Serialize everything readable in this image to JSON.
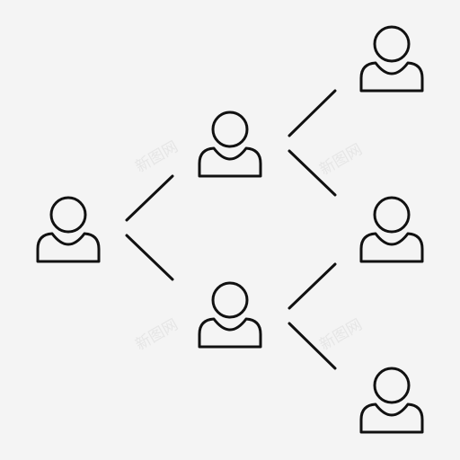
{
  "diagram": {
    "type": "person-hierarchy",
    "colors": {
      "background": "#f4f4f4",
      "stroke": "#111111",
      "watermark": "#e6e6e6"
    },
    "icon": "person-icon",
    "watermark_text": "新图网",
    "nodes": [
      {
        "id": "root",
        "level": 0
      },
      {
        "id": "mid-top",
        "level": 1
      },
      {
        "id": "mid-bottom",
        "level": 1
      },
      {
        "id": "leaf-top",
        "level": 2
      },
      {
        "id": "leaf-middle",
        "level": 2
      },
      {
        "id": "leaf-bottom",
        "level": 2
      }
    ],
    "edges": [
      {
        "from": "root",
        "to": "mid-top"
      },
      {
        "from": "root",
        "to": "mid-bottom"
      },
      {
        "from": "mid-top",
        "to": "leaf-top"
      },
      {
        "from": "mid-top",
        "to": "leaf-middle"
      },
      {
        "from": "mid-bottom",
        "to": "leaf-middle"
      },
      {
        "from": "mid-bottom",
        "to": "leaf-bottom"
      }
    ]
  }
}
